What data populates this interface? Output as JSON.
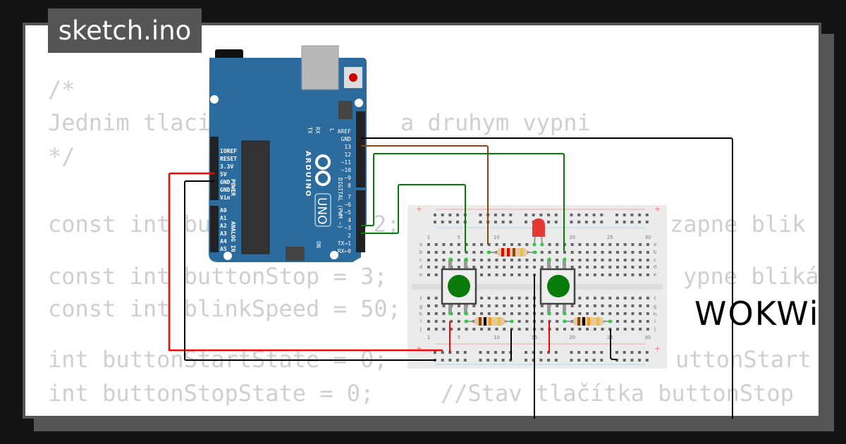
{
  "title": "sketch.ino",
  "code": {
    "l1": "/*",
    "l2a": "Jednim tlaci",
    "l2b": "a druhym vypni",
    "l3": "*/",
    "l5a": "const int bu",
    "l5b": "2;",
    "l5c": "zapne blik",
    "l6a": "const int buttonStop = 3;",
    "l6c": "ypne bliká",
    "l7": "const int blinkSpeed = 50;",
    "l9a": "int buttonStartState = 0;",
    "l9c": "uttonStart",
    "l10a": "int buttonStopState = 0;",
    "l10c": "//Stav tlačítka buttonStop"
  },
  "arduino": {
    "brand": "ARDUINO",
    "model": "UNO",
    "power_pins": [
      "IOREF",
      "RESET",
      "3.3V",
      "5V",
      "GND",
      "GND",
      "Vin"
    ],
    "power_label": "POWER",
    "analog_pins": [
      "A0",
      "A1",
      "A2",
      "A3",
      "A4",
      "A5"
    ],
    "analog_label": "ANALOG IN",
    "digital_pins": [
      "AREF",
      "GND",
      "13",
      "12",
      "~11",
      "~10",
      "~9",
      "8",
      "7",
      "~6",
      "~5",
      "4",
      "~3",
      "2",
      "TX→1",
      "RX←0"
    ],
    "digital_label": "DIGITAL (PWM ~)",
    "led_labels": [
      "TX",
      "RX",
      "L",
      "ON"
    ]
  },
  "breadboard": {
    "column_labels": [
      "1",
      "5",
      "10",
      "15",
      "20",
      "25",
      "30"
    ],
    "row_labels_top": [
      "a",
      "b",
      "c",
      "d",
      "e"
    ],
    "row_labels_bottom": [
      "f",
      "g",
      "h",
      "i",
      "j"
    ]
  },
  "colors": {
    "board": "#2b6b9e",
    "wire_red": "#ff0000",
    "wire_black": "#000000",
    "wire_green": "#008000",
    "wire_brown": "#8b4513"
  },
  "logo": "WOKWi"
}
